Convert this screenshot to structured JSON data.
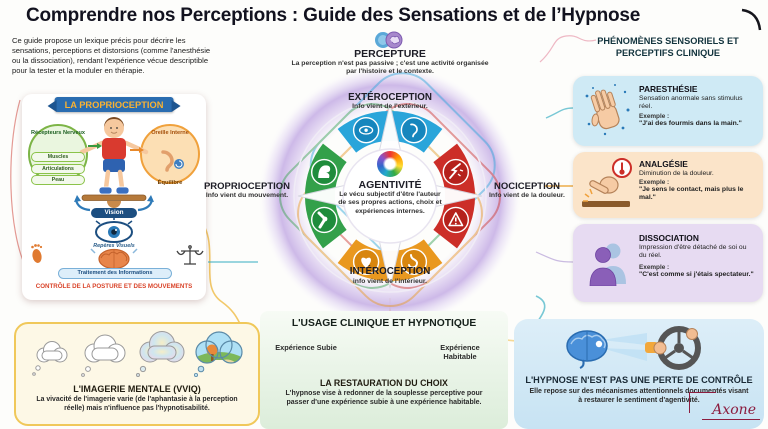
{
  "page": {
    "title": "Comprendre nos Perceptions : Guide des Sensations et de l’Hypnose",
    "intro": "Ce guide propose un lexique précis pour décrire les sensations, perceptions et distorsions (comme l'anesthésie ou la dissociation), rendant l'expérience vécue descriptible pour la tester et la moduler en thérapie."
  },
  "proprioception_box": {
    "banner": "LA PROPRIOCEPTION",
    "receptors": {
      "title": "Récepteurs Nerveux",
      "items": [
        "Muscles",
        "Articulations",
        "Peau"
      ]
    },
    "inner_ear": {
      "title": "Oreille Interne",
      "item": "Équilibre"
    },
    "vision": {
      "label": "Vision",
      "caption": "Repères Visuels"
    },
    "processing": "Traitement des Informations",
    "footer": "CONTRÔLE DE LA POSTURE ET DES MOUVEMENTS"
  },
  "diagram": {
    "perception": {
      "label": "PERCEPTURE",
      "desc": "La perception n'est pas passive ; c'est une activité organisée par l'histoire et le contexte."
    },
    "agentivite": {
      "label": "AGENTIVITÉ",
      "desc": "Le vécu subjectif d'être l'auteur de ses propres actions, choix et expériences internes."
    },
    "exteroception": {
      "label": "EXTÉROCEPTION",
      "desc": "Info vient de l'extérieur."
    },
    "proprioception": {
      "label": "PROPRIOCEPTION",
      "desc": "Info vient du mouvement."
    },
    "nociception": {
      "label": "NOCICEPTION",
      "desc": "Info vient de la douleur."
    },
    "interoception": {
      "label": "INTÉROCEPTION",
      "desc": "info vient de l'intérieur."
    }
  },
  "clinical_panel": {
    "header": "PHÉNOMÈNES SENSORIELS ET PERCEPTIFS CLINIQUE",
    "cards": [
      {
        "title": "PARESTHÉSIE",
        "desc": "Sensation anormale sans stimulus réel.",
        "example_label": "Exemple :",
        "example": "\"J'ai des fourmis dans la main.\"",
        "bg": "#cfeaf5"
      },
      {
        "title": "ANALGÉSIE",
        "desc": "Diminution de la douleur.",
        "example_label": "Exemple :",
        "example": "\"Je sens le contact, mais plus le mal.\"",
        "bg": "#fbe4c9"
      },
      {
        "title": "DISSOCIATION",
        "desc": "Impression d'être détaché de soi ou du réel.",
        "example_label": "Exemple :",
        "example": "\"C'est comme si j'étais spectateur.\"",
        "bg": "#e7dbf2"
      }
    ]
  },
  "bottom": {
    "imagerie": {
      "title": "L'IMAGERIE MENTALE (VVIQ)",
      "desc": "La vivacité de l'imagerie varie (de l'aphantasie à la perception réelle) mais n'influence pas l'hypnotisabilité."
    },
    "usage": {
      "title": "L'USAGE CLINIQUE ET HYPNOTIQUE",
      "left_label": "Expérience Subie",
      "right_label": "Expérience Habitable",
      "subtitle": "LA RESTAURATION DU CHOIX",
      "desc": "L'hypnose vise à redonner de la souplesse perceptive pour passer d'une expérience subie à une expérience habitable."
    },
    "hypnose": {
      "title": "L'HYPNOSE N'EST PAS UNE PERTE DE CONTRÔLE",
      "desc": "Elle repose sur des mécanismes attentionnels documentés visant à restaurer le sentiment d'agentivité."
    }
  },
  "logo_text": "Axone",
  "icons": {
    "perception": "overlapping-spheres-brain-icon",
    "exteroception": [
      "eye-icon",
      "ear-icon"
    ],
    "proprioception_ring": [
      "muscle-icon",
      "joint-icon"
    ],
    "nociception": [
      "nerve-pain-icon",
      "warning-icon"
    ],
    "interoception": [
      "heart-icon",
      "stomach-icon"
    ],
    "agentivite": "rainbow-spiral-icon",
    "paresthesie": "hand-tingling-icon",
    "analgesie": "finger-touch-thermometer-icon",
    "dissociation": "double-silhouette-icon",
    "imagerie": "thought-bubbles-icon",
    "hypnose": [
      "brain-beam-icon",
      "steering-wheel-icon"
    ]
  },
  "colors": {
    "extero_blue": "#2aa5da",
    "proprio_green": "#33a04a",
    "noci_red": "#cc2e28",
    "intero_orange": "#e9981f",
    "halo_purple": "#cdb9e8",
    "banner_blue": "#2a6cb0",
    "banner_text": "#f9b233",
    "paresthesie_bg": "#cfeaf5",
    "analgesie_bg": "#fbe4c9",
    "dissociation_bg": "#e7dbf2",
    "imagerie_bg": "#fdf8e6",
    "usage_bg": "#e3f0e0",
    "hypnose_bg": "#cfe7f5",
    "logo_maroon": "#8c1d3f"
  }
}
